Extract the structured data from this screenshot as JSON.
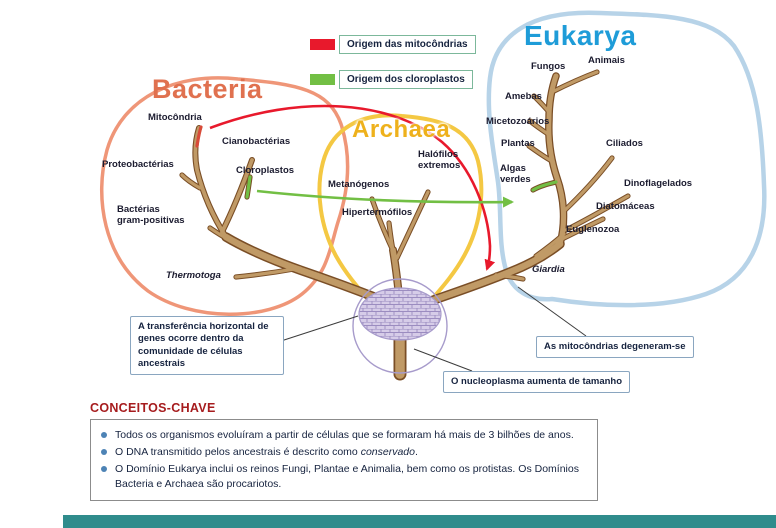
{
  "legend": {
    "mitochondria_origin": "Origem das mitocôndrias",
    "chloroplast_origin": "Origem dos cloroplastos"
  },
  "domains": {
    "bacteria": {
      "label": "Bacteria",
      "taxa": {
        "mitocondria": "Mitocôndria",
        "cianobacterias": "Cianobactérias",
        "proteobacterias": "Proteobactérias",
        "cloroplastos": "Cloroplastos",
        "gram_positivas": "Bactérias\ngram-positivas",
        "thermotoga": "Thermotoga"
      }
    },
    "archaea": {
      "label": "Archaea",
      "taxa": {
        "metanogenos": "Metanógenos",
        "halofilos": "Halófilos\nextremos",
        "hipertermofilos": "Hipertermófilos"
      }
    },
    "eukarya": {
      "label": "Eukarya",
      "taxa": {
        "fungos": "Fungos",
        "animais": "Animais",
        "amebas": "Amebas",
        "micetozoarios": "Micetozoários",
        "plantas": "Plantas",
        "ciliados": "Ciliados",
        "algas_verdes": "Algas\nverdes",
        "dinoflagelados": "Dinoflagelados",
        "diatomaceas": "Diatomáceas",
        "euglenozoa": "Euglenozoa",
        "giardia": "Giardia"
      }
    }
  },
  "callouts": {
    "horizontal_transfer": "A transferência horizontal de genes ocorre dentro da comunidade de células ancestrais",
    "mitochondria_degenerate": "As mitocôndrias degeneram-se",
    "nucleoplasm": "O nucleoplasma aumenta de tamanho"
  },
  "key_concepts": {
    "title": "CONCEITOS-CHAVE",
    "bullet1": "Todos os organismos evoluíram a partir de células que se formaram há mais de 3 bilhões de anos.",
    "bullet2_pre": "O DNA transmitido pelos ancestrais é descrito como ",
    "bullet2_italic": "conservado",
    "bullet2_post": ".",
    "bullet3": "O Domínio Eukarya inclui os reinos Fungi, Plantae e Animalia, bem como os protistas. Os Domínios Bacteria e Archaea são procariotos."
  },
  "colors": {
    "bacteria_text": "#e0714f",
    "bacteria_outline": "#ef9678",
    "archaea_text": "#eeb11c",
    "archaea_outline": "#f4c843",
    "eukarya_text": "#1e9cd8",
    "eukarya_outline": "#b7d3e8",
    "mitochondria_red": "#e8192c",
    "chloroplast_green": "#72bf44",
    "tree_light": "#c09a66",
    "tree_dark": "#7a4e26",
    "root_purple": "#a79bcb",
    "callout_border": "#8aa6c0",
    "legend_border": "#7cb89b",
    "concepts_title": "#a61c1e",
    "concepts_text": "#16233f",
    "taxon_text": "#1b1b2f",
    "footer_teal": "#2f8c8c"
  }
}
